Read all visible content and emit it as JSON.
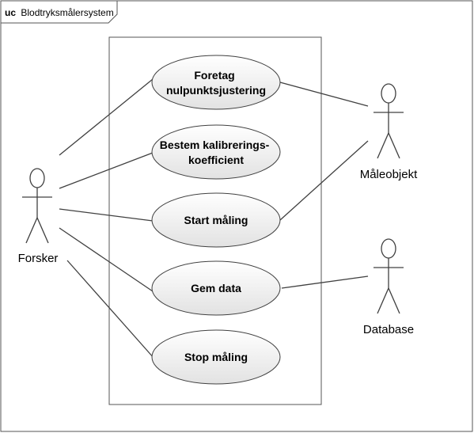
{
  "frame": {
    "keyword": "uc",
    "name": "Blodtryksmålersystem"
  },
  "actors": {
    "forsker": {
      "name": "Forsker"
    },
    "maaleobjekt": {
      "name": "Måleobjekt"
    },
    "database": {
      "name": "Database"
    }
  },
  "use_cases": [
    {
      "lines": [
        "Foretag",
        "nulpunktsjustering"
      ]
    },
    {
      "lines": [
        "Bestem kalibrerings-",
        "koefficient"
      ]
    },
    {
      "lines": [
        "Start måling"
      ]
    },
    {
      "lines": [
        "Gem data"
      ]
    },
    {
      "lines": [
        "Stop måling"
      ]
    }
  ],
  "colors": {
    "stroke": "#404040",
    "ellipse_fill_top": "#ffffff",
    "ellipse_fill_bottom": "#e4e4e4",
    "background": "#ffffff"
  }
}
